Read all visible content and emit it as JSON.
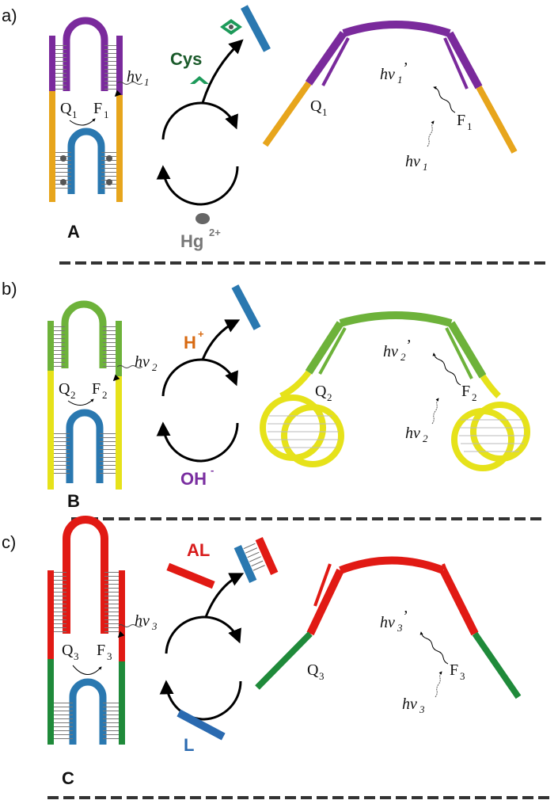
{
  "colors": {
    "purple": "#7a2a9c",
    "orange": "#e7a51c",
    "blue": "#2a78b0",
    "green_light": "#6db23a",
    "yellow": "#e6e21a",
    "red": "#e11a14",
    "green_dark": "#1f8a3a",
    "teal": "#1d9a5a",
    "cys_green": "#1a5a2a",
    "h_orange": "#d86a12",
    "oh_purple": "#7a2ea0",
    "al_red": "#d81c1c",
    "l_blue": "#2a6ab0",
    "hg_gray": "#777777"
  },
  "panels": [
    {
      "label": "a)",
      "letter": "A",
      "q": "Q",
      "q_sub": "1",
      "f": "F",
      "f_sub": "1",
      "hv": "hν",
      "hv_sub": "1",
      "hv_prime": "’",
      "reagent_top": "Cys",
      "reagent_bottom": "Hg",
      "reagent_bottom_sup": "2+",
      "icons": [
        "chevron-icon",
        "cys-hg-complex-icon",
        "hg-ion-icon"
      ]
    },
    {
      "label": "b)",
      "letter": "B",
      "q": "Q",
      "q_sub": "2",
      "f": "F",
      "f_sub": "2",
      "hv": "hν",
      "hv_sub": "2",
      "hv_prime": "’",
      "reagent_top": "H",
      "reagent_top_sup": "+",
      "reagent_bottom": "OH",
      "reagent_bottom_sup": "-"
    },
    {
      "label": "c)",
      "letter": "C",
      "q": "Q",
      "q_sub": "3",
      "f": "F",
      "f_sub": "3",
      "hv": "hν",
      "hv_sub": "3",
      "hv_prime": "’",
      "reagent_top": "AL",
      "reagent_bottom": "L"
    }
  ]
}
